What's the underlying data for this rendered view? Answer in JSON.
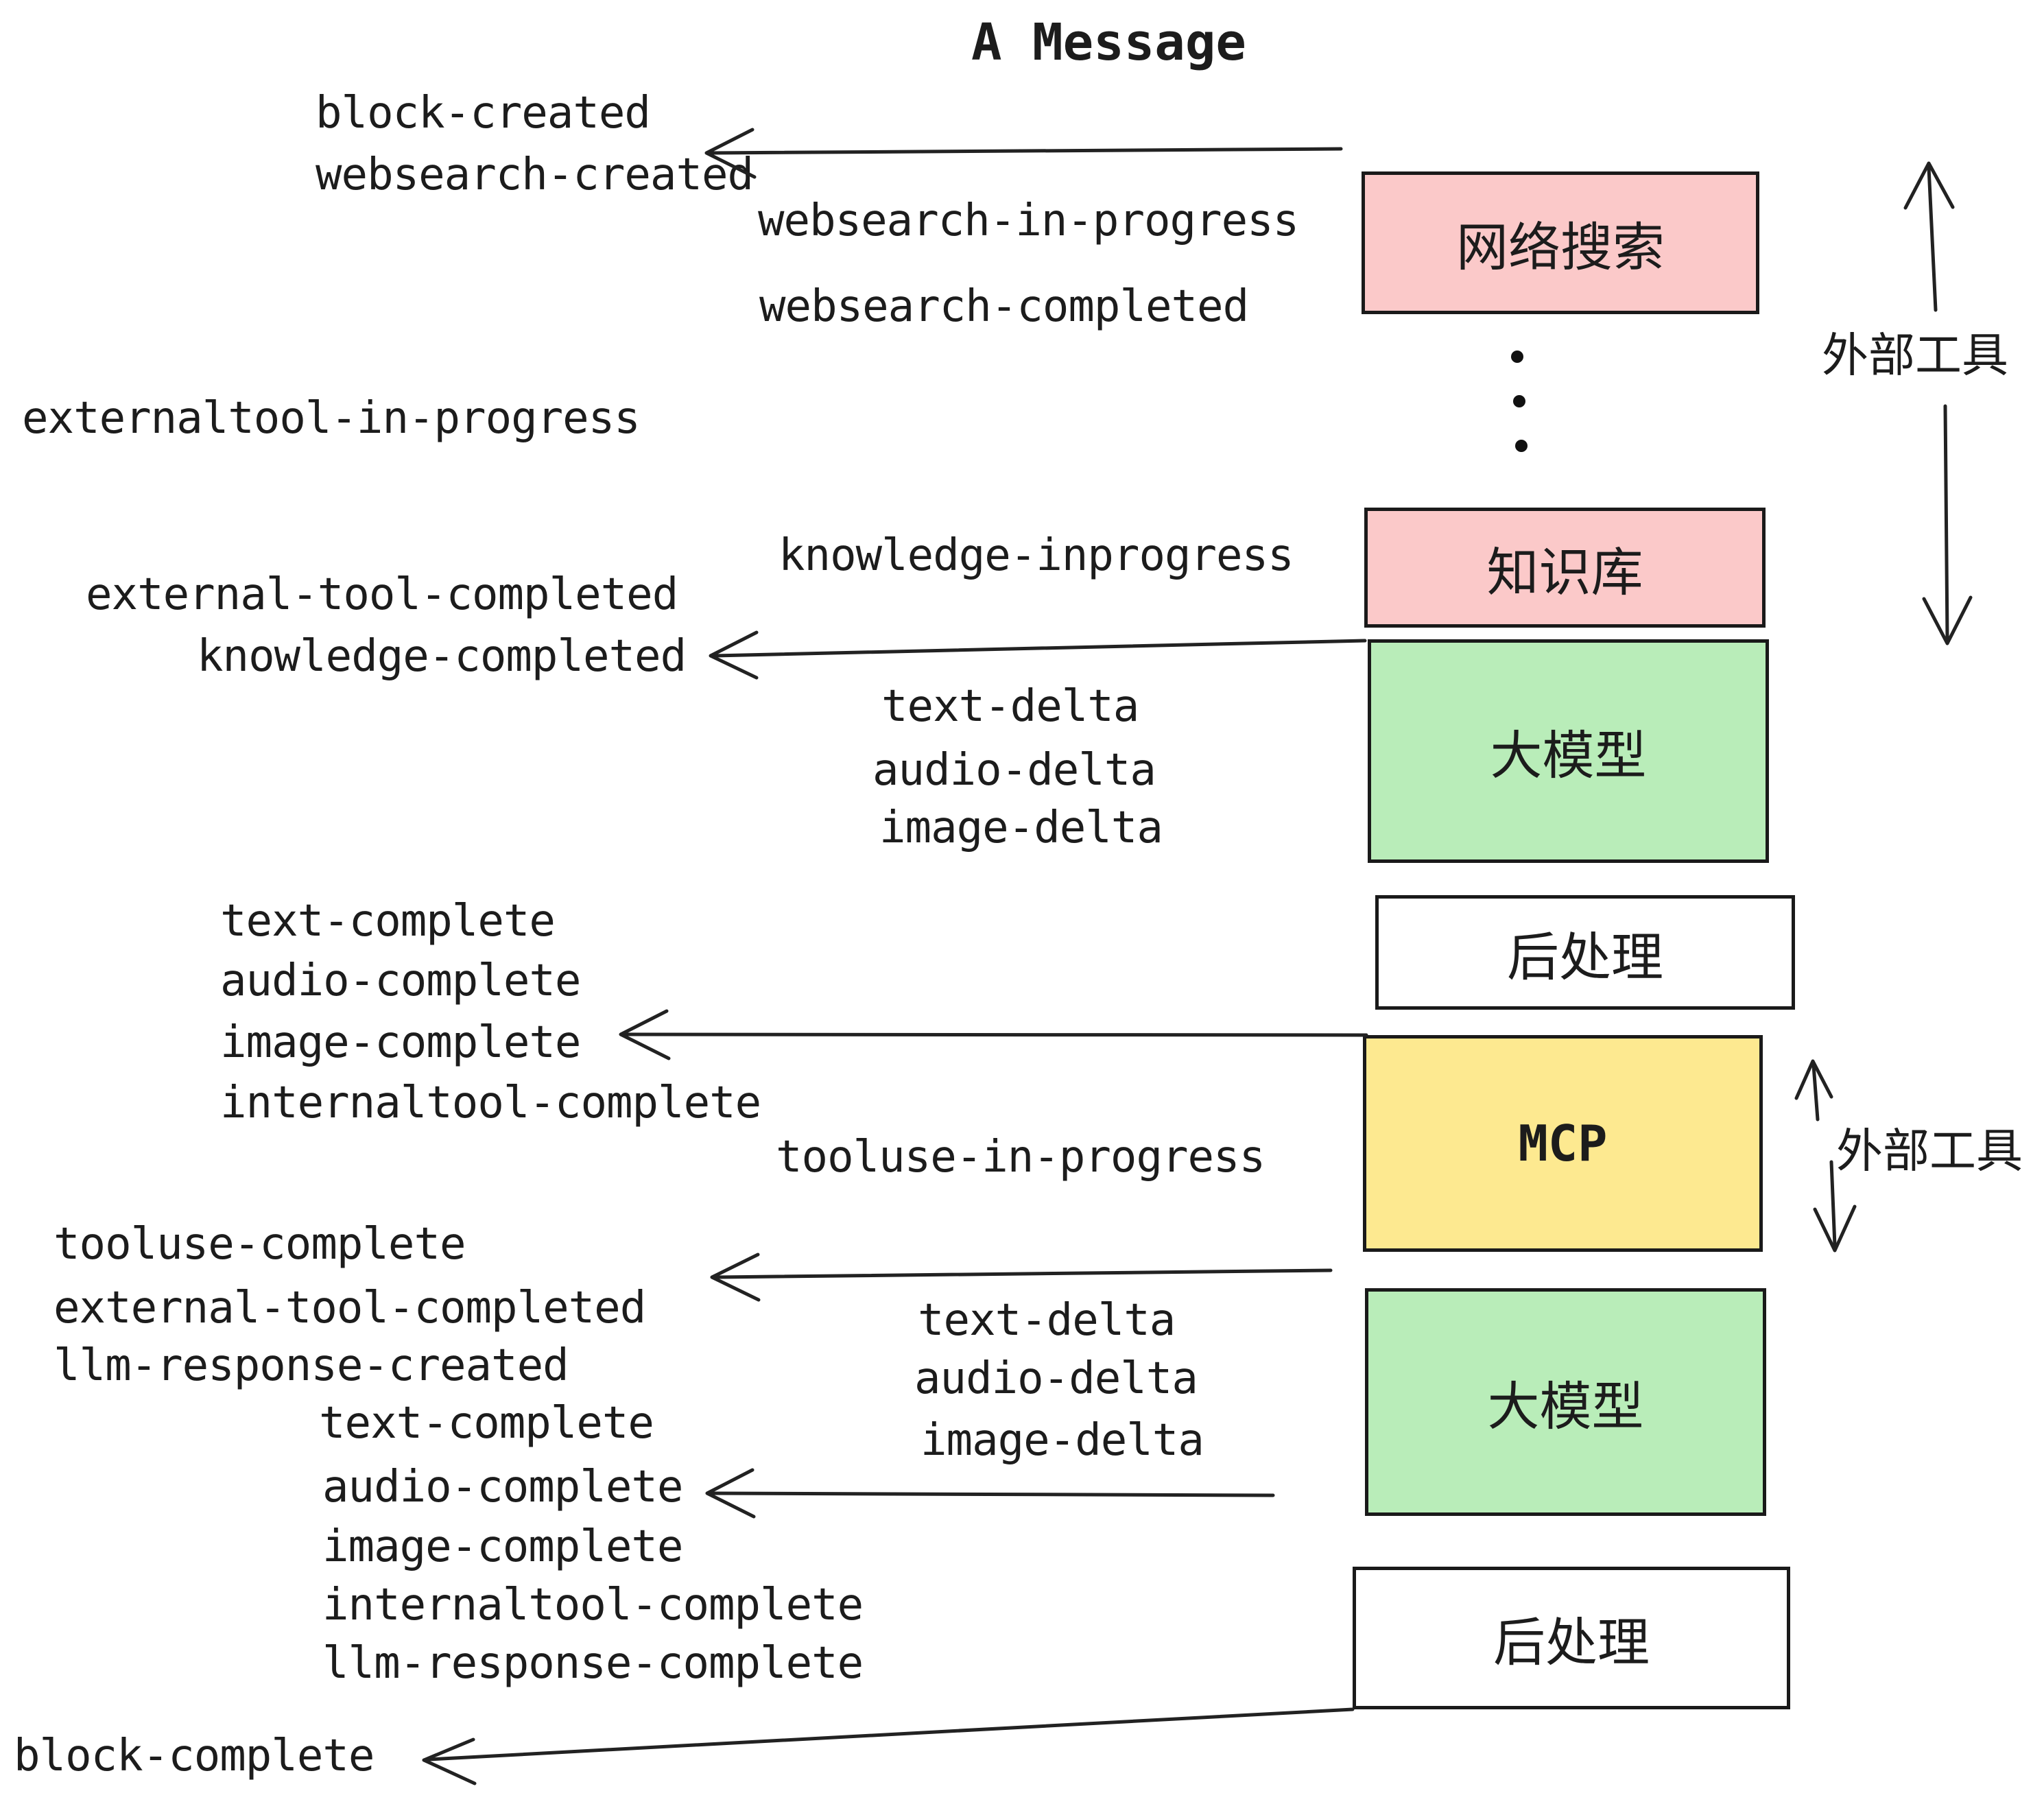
{
  "title": "A Message",
  "events": [
    "block-created",
    "websearch-created",
    "websearch-in-progress",
    "websearch-completed",
    "externaltool-in-progress",
    "knowledge-inprogress",
    "external-tool-completed",
    "knowledge-completed",
    "text-delta",
    "audio-delta",
    "image-delta",
    "text-complete",
    "audio-complete",
    "image-complete",
    "internaltool-complete",
    "tooluse-in-progress",
    "tooluse-complete",
    "external-tool-completed",
    "llm-response-created",
    "text-complete",
    "audio-complete",
    "image-complete",
    "internaltool-complete",
    "llm-response-complete",
    "block-complete",
    "text-delta",
    "audio-delta",
    "image-delta"
  ],
  "nodes": [
    {
      "label": "网络搜索",
      "color": "pink"
    },
    {
      "label": "知识库",
      "color": "pink"
    },
    {
      "label": "大模型",
      "color": "green"
    },
    {
      "label": "后处理",
      "color": "white"
    },
    {
      "label": "MCP",
      "color": "yellow"
    },
    {
      "label": "大模型",
      "color": "green"
    },
    {
      "label": "后处理",
      "color": "white"
    }
  ],
  "side_labels": [
    "外部工具",
    "外部工具"
  ],
  "colors": {
    "pink": "#fbc9c9",
    "green": "#b9edb9",
    "yellow": "#fde990",
    "stroke": "#222222"
  }
}
